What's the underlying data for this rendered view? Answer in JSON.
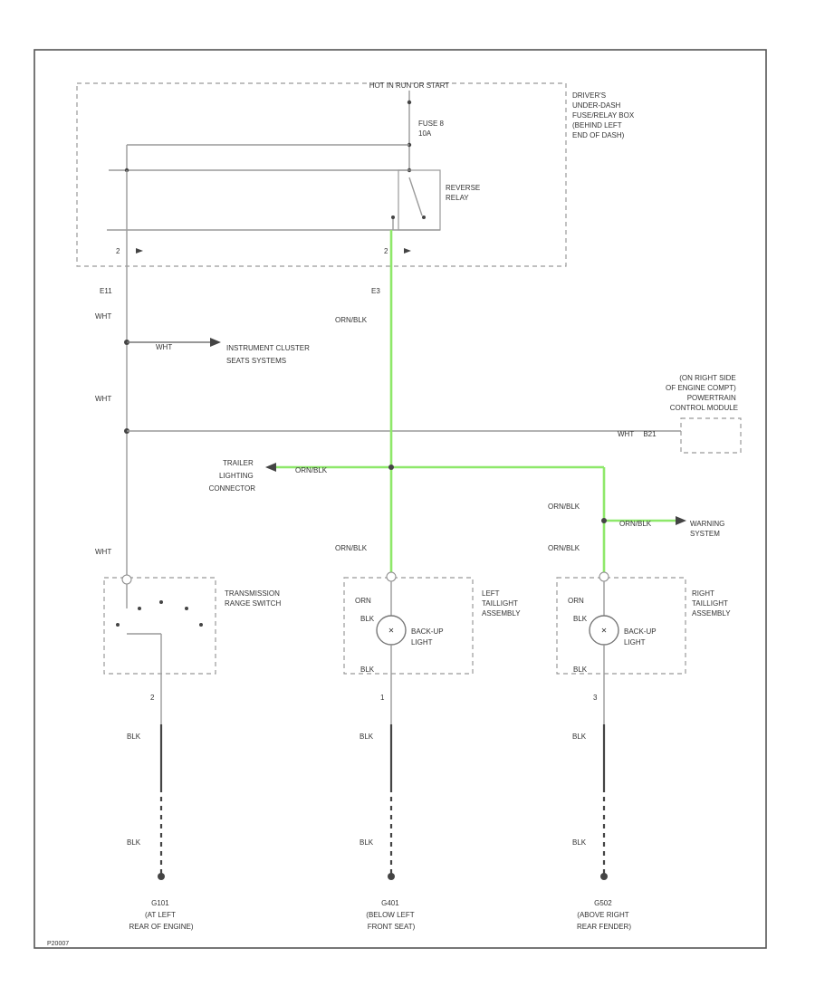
{
  "labels": {
    "hot_run_start": "HOT IN RUN OR START",
    "fuse_box": [
      "DRIVER'S",
      "UNDER-DASH",
      "FUSE/RELAY BOX",
      "(BEHIND LEFT",
      "END OF DASH)"
    ],
    "fuse": [
      "FUSE 8",
      "10A"
    ],
    "relay": [
      "REVERSE",
      "RELAY"
    ],
    "pin_left": "2",
    "pin_right": "2",
    "circuit_left": "E11",
    "circuit_right": "E3",
    "wht_1": "WHT",
    "wht_2": "WHT",
    "wht_3": "WHT",
    "wht_branch": "WHT",
    "instrument": [
      "INSTRUMENT CLUSTER",
      "SEATS SYSTEMS"
    ],
    "pcm": [
      "(ON RIGHT SIDE",
      "OF ENGINE COMPT)",
      "POWERTRAIN",
      "CONTROL MODULE"
    ],
    "pcm_wire": [
      "WHT",
      "B21"
    ],
    "trailer": [
      "TRAILER",
      "LIGHTING",
      "CONNECTOR"
    ],
    "trailer_wire": "ORN/BLK",
    "orn_blk_main": "ORN/BLK",
    "orn_blk_right_1": "ORN/BLK",
    "warning_wire": "ORN/BLK",
    "warning": [
      "WARNING",
      "SYSTEM"
    ],
    "orn_blk_center": "ORN/BLK",
    "orn_blk_right_2": "ORN/BLK",
    "trs": [
      "TRANSMISSION",
      "RANGE SWITCH"
    ],
    "left_taillight": [
      "LEFT",
      "TAILLIGHT",
      "ASSEMBLY"
    ],
    "right_taillight": [
      "RIGHT",
      "TAILLIGHT",
      "ASSEMBLY"
    ],
    "orn_in_left": "ORN",
    "blk_in_left": "BLK",
    "orn_in_right": "ORN",
    "blk_in_right": "BLK",
    "backup_light": [
      "BACK-UP",
      "LIGHT"
    ],
    "blk_out_left": "BLK",
    "blk_out_right": "BLK",
    "pin_g1": "2",
    "pin_g2": "1",
    "pin_g3": "3",
    "blk_g1_a": "BLK",
    "blk_g2_a": "BLK",
    "blk_g3_a": "BLK",
    "blk_g1_b": "BLK",
    "blk_g2_b": "BLK",
    "blk_g3_b": "BLK",
    "g1": [
      "G101",
      "(AT LEFT",
      "REAR OF ENGINE)"
    ],
    "g2": [
      "G401",
      "(BELOW LEFT",
      "FRONT SEAT)"
    ],
    "g3": [
      "G502",
      "(ABOVE RIGHT",
      "REAR FENDER)"
    ],
    "figure_id": "P20007"
  },
  "colors": {
    "active_circuit": "#8ee86a",
    "wire": "#9a9a9a",
    "ground_wire": "#444444"
  }
}
